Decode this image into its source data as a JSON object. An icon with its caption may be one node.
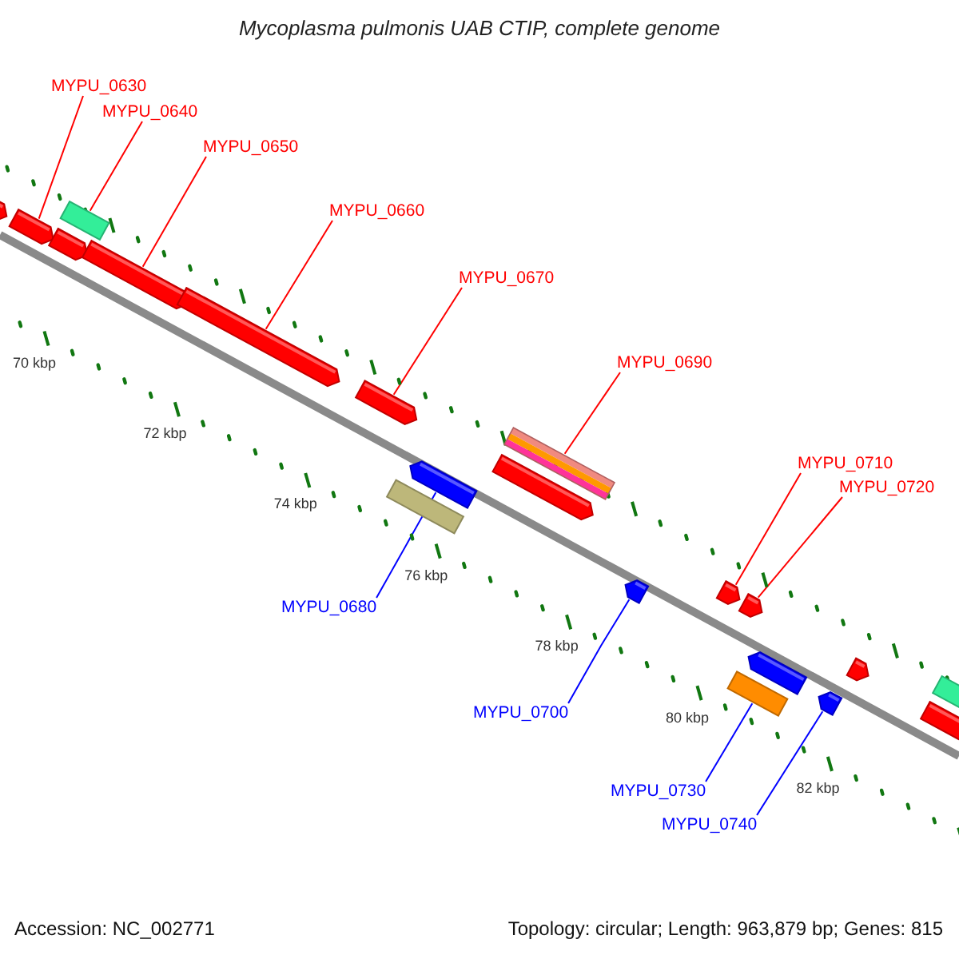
{
  "diagram": {
    "title": "Mycoplasma pulmonis UAB CTIP, complete genome",
    "nodes": [
      {
        "text": [
          "MYPU_0630"
        ]
      },
      {
        "text": [
          "MYPU_0640"
        ]
      },
      {
        "text": [
          "MYPU_0650"
        ]
      },
      {
        "text": [
          "MYPU_0660"
        ]
      },
      {
        "text": [
          "MYPU_0670"
        ]
      },
      {
        "text": [
          "MYPU_0690"
        ]
      },
      {
        "text": [
          "MYPU_0710"
        ]
      },
      {
        "text": [
          "MYPU_0720"
        ]
      },
      {
        "text": [
          "MYPU_0680"
        ]
      },
      {
        "text": [
          "MYPU_0700"
        ]
      },
      {
        "text": [
          "MYPU_0730"
        ]
      },
      {
        "text": [
          "MYPU_0740"
        ]
      },
      {
        "text": [],
        "shape": "arrow"
      },
      {
        "text": [],
        "shape": "arrow"
      },
      {
        "text": [],
        "shape": "arrow"
      },
      {
        "text": [],
        "shape": "bar"
      },
      {
        "text": [],
        "shape": "arrow"
      },
      {
        "text": [],
        "shape": "arrow"
      },
      {
        "text": [],
        "shape": "arrow"
      },
      {
        "text": [],
        "shape": "bar"
      },
      {
        "text": [],
        "shape": "arrow"
      },
      {
        "text": [],
        "shape": "arrow"
      },
      {
        "text": [],
        "shape": "bar"
      },
      {
        "text": [],
        "shape": "arrow"
      },
      {
        "text": [],
        "shape": "arrow"
      },
      {
        "text": [],
        "shape": "arrow"
      },
      {
        "text": [],
        "shape": "bar"
      },
      {
        "text": [],
        "shape": "arrow"
      },
      {
        "text": [],
        "shape": "arrow"
      },
      {
        "text": [],
        "shape": "arrow"
      },
      {
        "text": [],
        "shape": "bar"
      },
      {
        "text": [],
        "shape": "arrow"
      }
    ],
    "edges": [
      {
        "from": 0,
        "to": 13,
        "arrow": "none"
      },
      {
        "from": 1,
        "to": 15,
        "arrow": "none"
      },
      {
        "from": 2,
        "to": 16,
        "arrow": "none"
      },
      {
        "from": 3,
        "to": 17,
        "arrow": "none"
      },
      {
        "from": 4,
        "to": 18,
        "arrow": "none"
      },
      {
        "from": 5,
        "to": 22,
        "arrow": "none"
      },
      {
        "from": 6,
        "to": 24,
        "arrow": "none"
      },
      {
        "from": 7,
        "to": 25,
        "arrow": "none"
      },
      {
        "from": 8,
        "to": 20,
        "arrow": "none",
        "color": "#0000ff"
      },
      {
        "from": 9,
        "to": 23,
        "arrow": "none",
        "color": "#0000ff"
      },
      {
        "from": 10,
        "to": 26,
        "arrow": "none",
        "color": "#0000ff"
      },
      {
        "from": 11,
        "to": 28,
        "arrow": "none",
        "color": "#0000ff"
      }
    ],
    "labels": [
      "70 kbp",
      "72 kbp",
      "74 kbp",
      "76 kbp",
      "78 kbp",
      "80 kbp",
      "82 kbp",
      "Accession: NC_002771",
      "Topology: circular; Length: 963,879 bp; Genes: 815"
    ]
  }
}
